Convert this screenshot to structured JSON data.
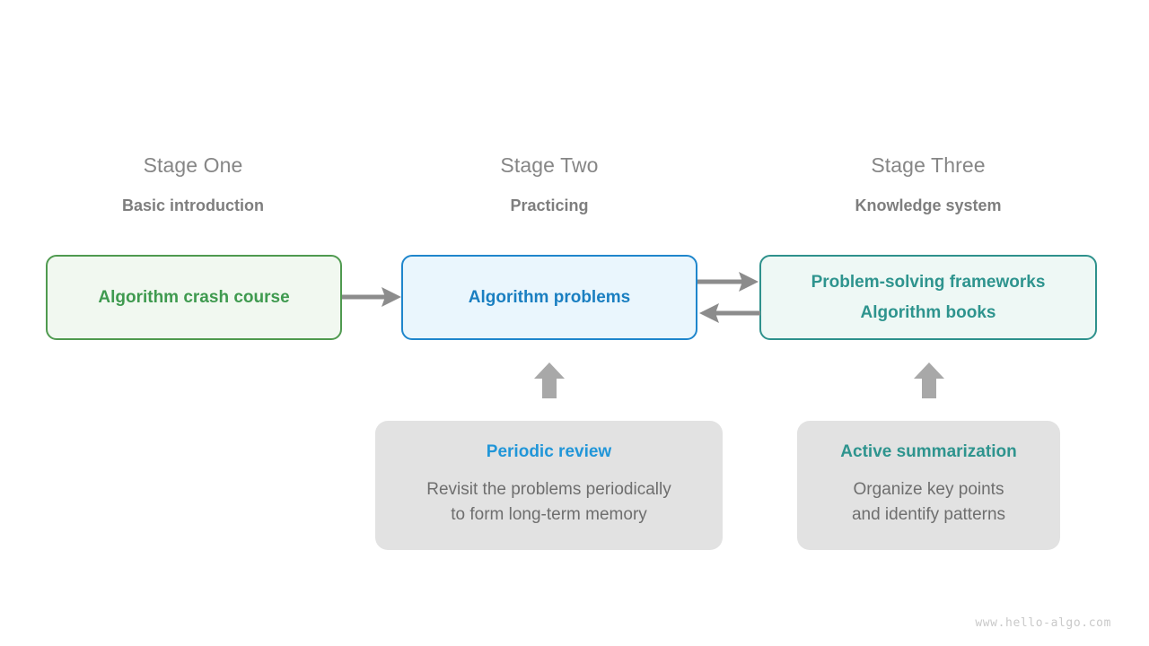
{
  "stages": [
    {
      "title": "Stage One",
      "subtitle": "Basic introduction"
    },
    {
      "title": "Stage Two",
      "subtitle": "Practicing"
    },
    {
      "title": "Stage Three",
      "subtitle": "Knowledge system"
    }
  ],
  "nodes": [
    {
      "id": "green",
      "lines": [
        "Algorithm crash course"
      ],
      "fill": "#f1f8f0",
      "border": "#4f9a4f",
      "text": "#3f9a4f"
    },
    {
      "id": "blue",
      "lines": [
        "Algorithm problems"
      ],
      "fill": "#eaf6fd",
      "border": "#1f86cc",
      "text": "#1a7fc1"
    },
    {
      "id": "teal",
      "lines": [
        "Problem-solving frameworks",
        "Algorithm books"
      ],
      "fill": "#eef8f5",
      "border": "#2e918c",
      "text": "#2e948e"
    }
  ],
  "supports": [
    {
      "id": "review",
      "title": "Periodic review",
      "title_color": "#2196d8",
      "body_lines": [
        "Revisit the problems periodically",
        "to form long-term memory"
      ],
      "fill": "#e2e2e2",
      "body_color": "#6e6e6e"
    },
    {
      "id": "summary",
      "title": "Active summarization",
      "title_color": "#2e948e",
      "body_lines": [
        "Organize key points",
        "and identify patterns"
      ],
      "fill": "#e2e2e2",
      "body_color": "#6e6e6e"
    }
  ],
  "arrows": [
    {
      "name": "arrow-green-to-blue",
      "direction": "right",
      "color": "#8c8c8c"
    },
    {
      "name": "arrow-blue-to-teal",
      "direction": "right",
      "color": "#8c8c8c"
    },
    {
      "name": "arrow-teal-to-blue",
      "direction": "left",
      "color": "#8c8c8c"
    },
    {
      "name": "arrow-review-up",
      "direction": "up",
      "color": "#a8a8a8"
    },
    {
      "name": "arrow-summary-up",
      "direction": "up",
      "color": "#a8a8a8"
    }
  ],
  "watermark": "www.hello-algo.com"
}
